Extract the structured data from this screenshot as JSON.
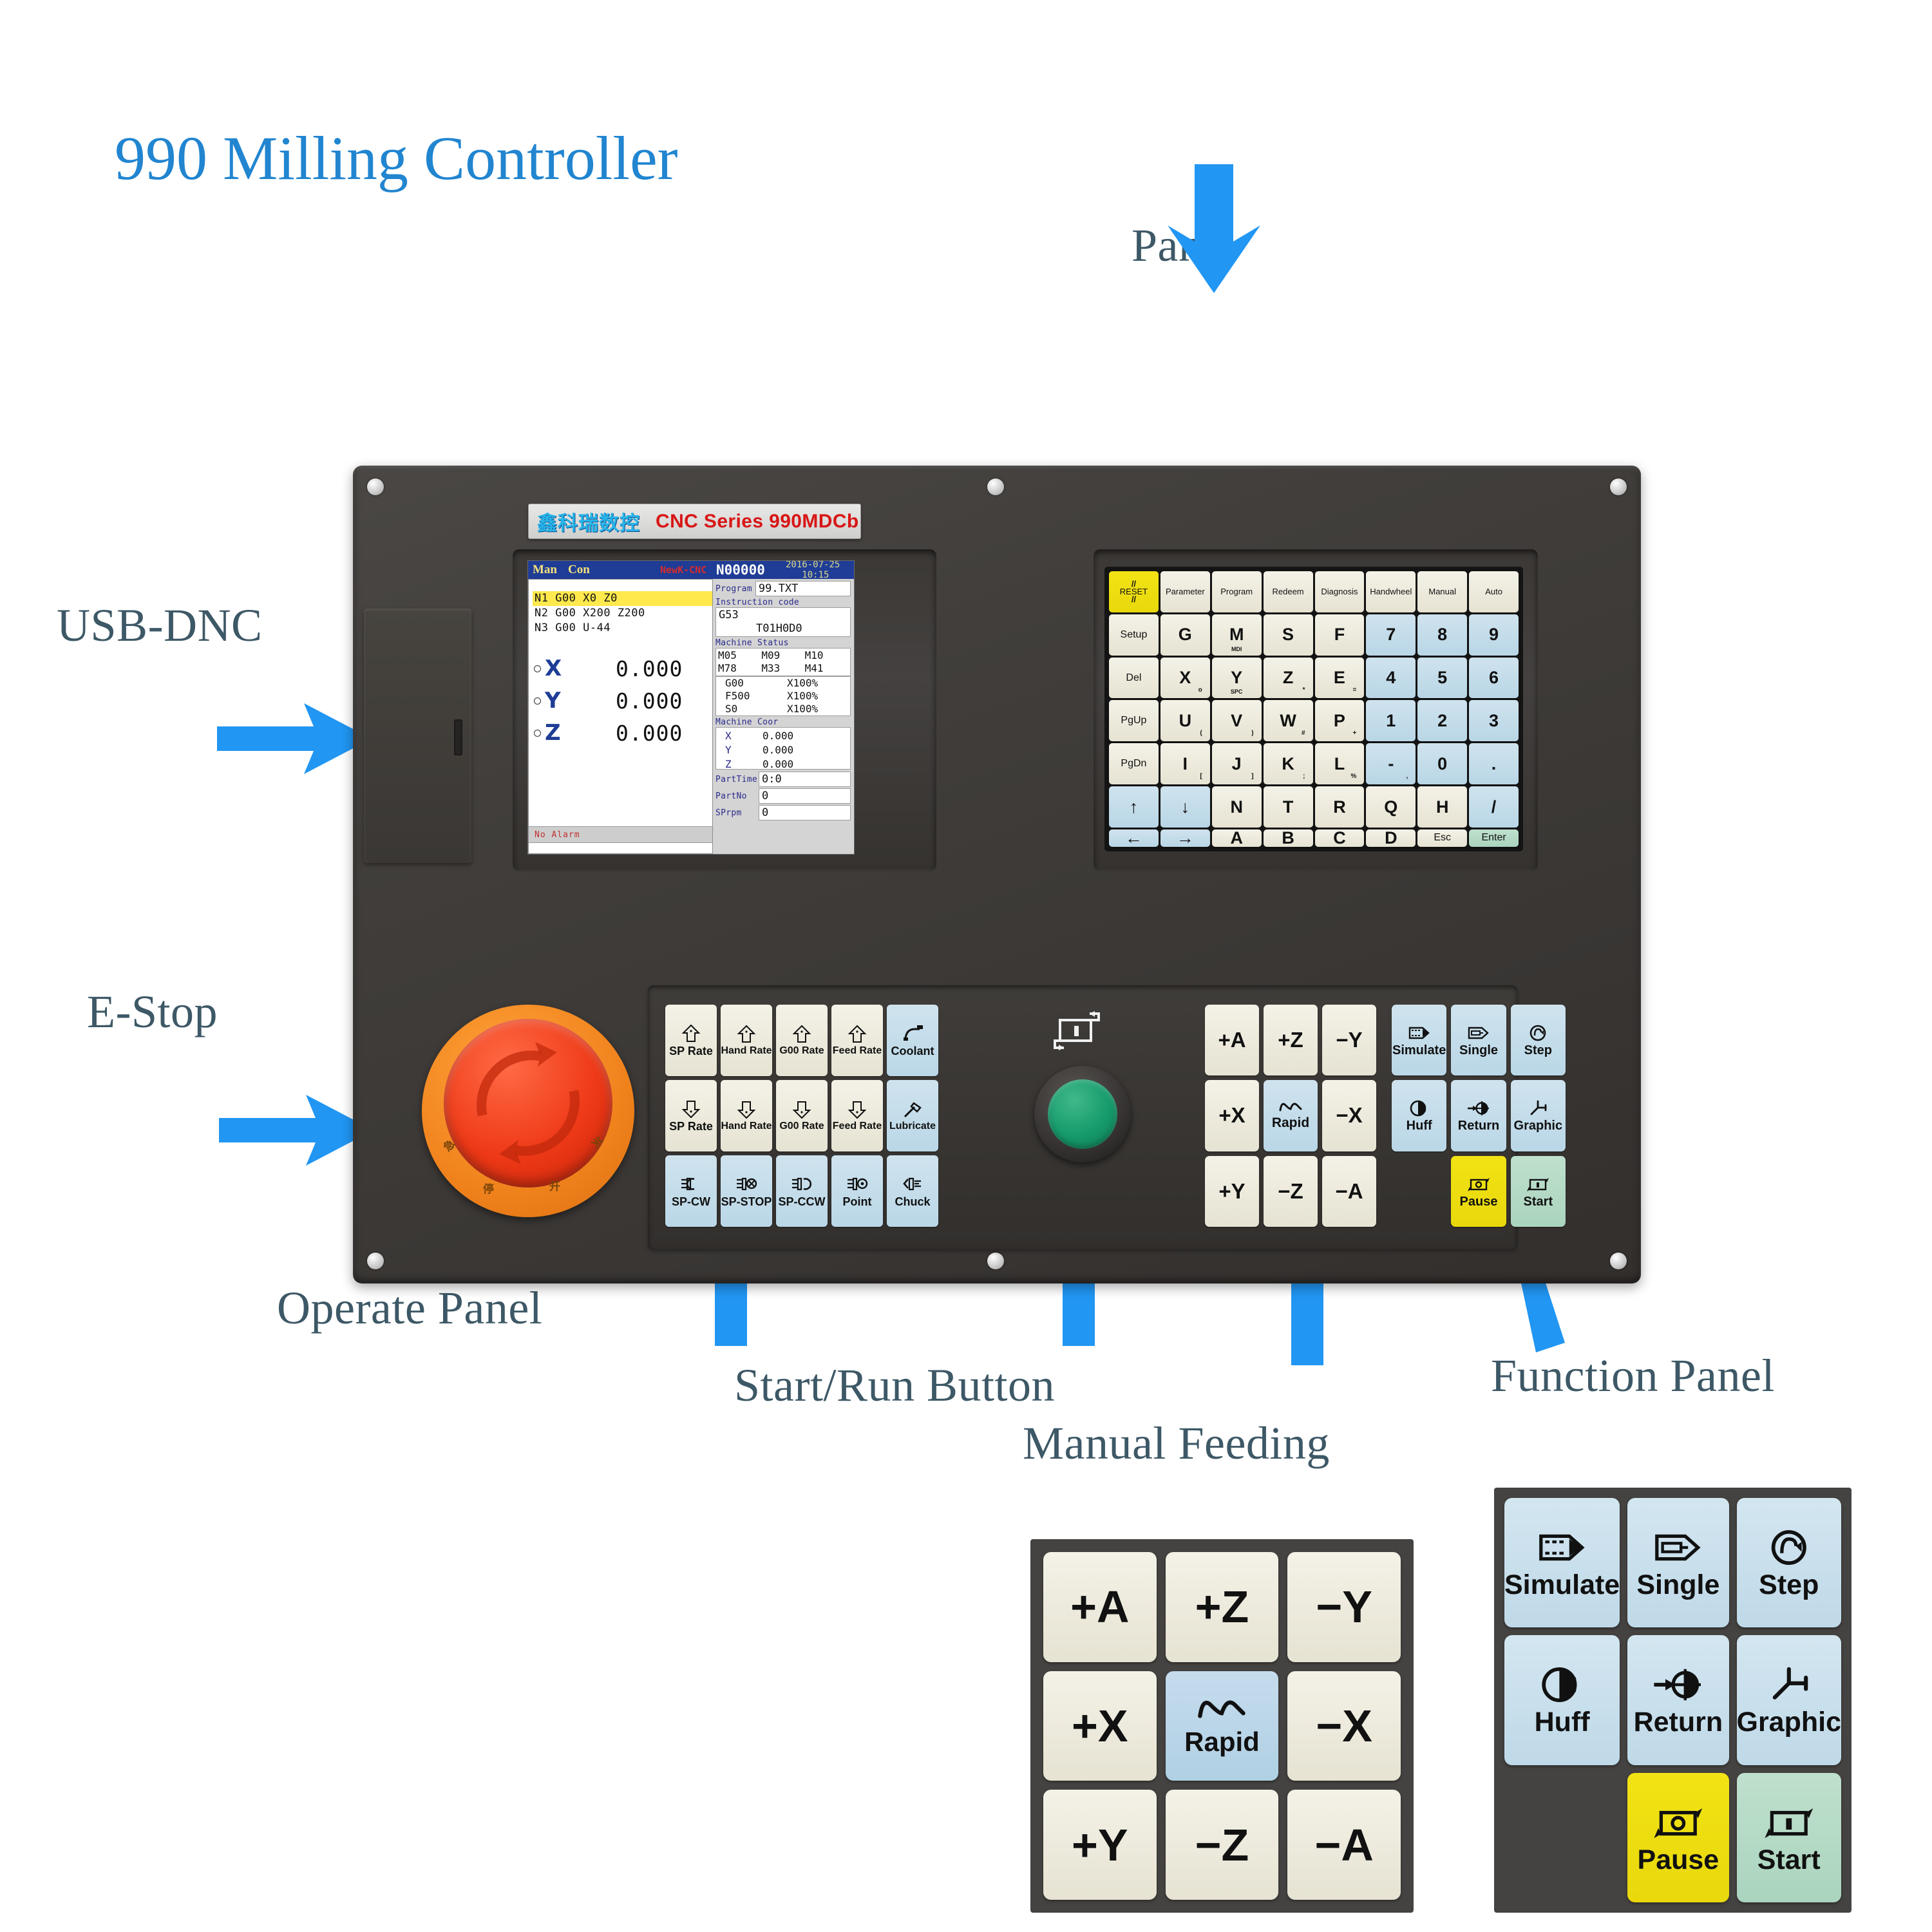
{
  "title": "990 Milling Controller",
  "annotations": {
    "panel": "Panel",
    "usb_dnc": "USB-DNC",
    "estop": "E-Stop",
    "operate_panel": "Operate Panel",
    "start_run_button": "Start/Run Button",
    "manual_feeding": "Manual Feeding",
    "function_panel": "Function Panel"
  },
  "colors": {
    "title": "#2185d0",
    "annotation": "#3d5866",
    "arrow": "#2196f3",
    "brand_cn": "#27b4e8",
    "brand_en": "#d81515",
    "key_yellow": "#f2e315",
    "key_green": "#bfe0cd",
    "key_blue": "#cfe3ee",
    "estop_red": "#ef3a18",
    "estop_ring": "#f0821c",
    "start_green": "#169a6b"
  },
  "brand": {
    "chinese": "鑫科瑞数控",
    "english": "CNC Series 990MDCb"
  },
  "screen": {
    "header": {
      "mode": "Man",
      "sub_mode": "Con",
      "vendor": "NewK-CNC",
      "block_number": "N00000",
      "date": "2016-07-25",
      "time": "10:15"
    },
    "gcode_lines": [
      {
        "text": "N1 G00 X0 Z0",
        "highlighted": true
      },
      {
        "text": "N2 G00 X200 Z200",
        "highlighted": false
      },
      {
        "text": "N3 G00 U-44",
        "highlighted": false
      }
    ],
    "axes": [
      {
        "name": "X",
        "value": "0.000"
      },
      {
        "name": "Y",
        "value": "0.000"
      },
      {
        "name": "Z",
        "value": "0.000"
      }
    ],
    "alarm": "No Alarm",
    "program_label": "Program",
    "program_value": "99.TXT",
    "instruction_label": "Instruction code",
    "instruction_line1": "G53",
    "instruction_line2": "T01H0D0",
    "machine_status_label": "Machine Status",
    "machine_status": [
      "M05",
      "M09",
      "M10",
      "M78",
      "M33",
      "M41"
    ],
    "overrides": [
      {
        "code": "G00",
        "pct": "X100%"
      },
      {
        "code": "F500",
        "pct": "X100%"
      },
      {
        "code": "S0",
        "pct": "X100%"
      }
    ],
    "machine_coor_label": "Machine Coor",
    "machine_coor": [
      {
        "name": "X",
        "value": "0.000"
      },
      {
        "name": "Y",
        "value": "0.000"
      },
      {
        "name": "Z",
        "value": "0.000"
      }
    ],
    "part_time_label": "PartTime",
    "part_time_value": "0:0",
    "part_no_label": "PartNo",
    "part_no_value": "0",
    "sp_rpm_label": "SPrpm",
    "sp_rpm_value": "0"
  },
  "keypad": {
    "rows": [
      [
        {
          "label": "RESET",
          "style": "yellow",
          "size": "xs",
          "slash": true
        },
        {
          "label": "Parameter",
          "size": "xs"
        },
        {
          "label": "Program",
          "size": "xs"
        },
        {
          "label": "Redeem",
          "size": "xs"
        },
        {
          "label": "Diagnosis",
          "size": "xs"
        },
        {
          "label": "Handwheel",
          "size": "xs"
        },
        {
          "label": "Manual",
          "size": "xs"
        },
        {
          "label": "Auto",
          "size": "xs"
        }
      ],
      [
        {
          "label": "Setup",
          "size": "sm"
        },
        {
          "label": "G"
        },
        {
          "label": "M",
          "subc": "MDI"
        },
        {
          "label": "S"
        },
        {
          "label": "F"
        },
        {
          "label": "7",
          "style": "blue"
        },
        {
          "label": "8",
          "style": "blue"
        },
        {
          "label": "9",
          "style": "blue"
        }
      ],
      [
        {
          "label": "Del",
          "size": "sm"
        },
        {
          "label": "X",
          "sub": "o"
        },
        {
          "label": "Y",
          "subc": "SPC"
        },
        {
          "label": "Z",
          "sub": "*"
        },
        {
          "label": "E",
          "sub": "="
        },
        {
          "label": "4",
          "style": "blue"
        },
        {
          "label": "5",
          "style": "blue"
        },
        {
          "label": "6",
          "style": "blue"
        }
      ],
      [
        {
          "label": "PgUp",
          "size": "sm"
        },
        {
          "label": "U",
          "sub": "("
        },
        {
          "label": "V",
          "sub": ")"
        },
        {
          "label": "W",
          "sub": "#"
        },
        {
          "label": "P",
          "sub": "+"
        },
        {
          "label": "1",
          "style": "blue"
        },
        {
          "label": "2",
          "style": "blue"
        },
        {
          "label": "3",
          "style": "blue"
        }
      ],
      [
        {
          "label": "PgDn",
          "size": "sm"
        },
        {
          "label": "I",
          "sub": "["
        },
        {
          "label": "J",
          "sub": "]"
        },
        {
          "label": "K",
          "sub": ";"
        },
        {
          "label": "L",
          "sub": "%"
        },
        {
          "label": "-",
          "sub": ",",
          "style": "blue"
        },
        {
          "label": "0",
          "style": "blue"
        },
        {
          "label": ".",
          "style": "blue"
        }
      ],
      [
        {
          "label": "↑",
          "style": "blue"
        },
        {
          "label": "↓",
          "style": "blue"
        },
        {
          "label": "N"
        },
        {
          "label": "T"
        },
        {
          "label": "R"
        },
        {
          "label": "Q"
        },
        {
          "label": "H"
        },
        {
          "label": "/",
          "style": "blue"
        }
      ],
      [
        {
          "label": "←",
          "style": "blue"
        },
        {
          "label": "→",
          "style": "blue"
        },
        {
          "label": "A"
        },
        {
          "label": "B"
        },
        {
          "label": "C"
        },
        {
          "label": "D"
        },
        {
          "label": "Esc",
          "size": "sm"
        },
        {
          "label": "Enter",
          "size": "sm",
          "style": "green"
        }
      ]
    ]
  },
  "operate_panel": {
    "keys": [
      {
        "label": "SP Rate",
        "icon": "arrow-up-icon"
      },
      {
        "label": "Hand Rate",
        "icon": "arrow-up-icon"
      },
      {
        "label": "G00 Rate",
        "icon": "arrow-up-icon"
      },
      {
        "label": "Feed Rate",
        "icon": "arrow-up-icon"
      },
      {
        "label": "Coolant",
        "icon": "coolant-tap-icon",
        "style": "blue"
      },
      {
        "label": "SP Rate",
        "icon": "arrow-down-icon"
      },
      {
        "label": "Hand Rate",
        "icon": "arrow-down-icon"
      },
      {
        "label": "G00 Rate",
        "icon": "arrow-down-icon"
      },
      {
        "label": "Feed Rate",
        "icon": "arrow-down-icon"
      },
      {
        "label": "Lubricate",
        "icon": "lubricate-icon",
        "style": "blue"
      },
      {
        "label": "SP-CW",
        "icon": "spindle-cw-icon",
        "style": "blue"
      },
      {
        "label": "SP-STOP",
        "icon": "spindle-stop-icon",
        "style": "blue"
      },
      {
        "label": "SP-CCW",
        "icon": "spindle-ccw-icon",
        "style": "blue"
      },
      {
        "label": "Point",
        "icon": "spindle-point-icon",
        "style": "blue"
      },
      {
        "label": "Chuck",
        "icon": "chuck-icon",
        "style": "blue"
      }
    ]
  },
  "feed_panel": {
    "keys": [
      {
        "label": "+A"
      },
      {
        "label": "+Z"
      },
      {
        "label": "−Y"
      },
      {
        "label": "+X"
      },
      {
        "label": "Rapid",
        "icon": "rapid-wave-icon",
        "style": "blue"
      },
      {
        "label": "−X"
      },
      {
        "label": "+Y"
      },
      {
        "label": "−Z"
      },
      {
        "label": "−A"
      }
    ]
  },
  "function_panel": {
    "keys": [
      {
        "label": "Simulate",
        "icon": "simulate-icon"
      },
      {
        "label": "Single",
        "icon": "single-block-icon"
      },
      {
        "label": "Step",
        "icon": "step-icon"
      },
      {
        "label": "Huff",
        "icon": "huff-icon"
      },
      {
        "label": "Return",
        "icon": "return-origin-icon"
      },
      {
        "label": "Graphic",
        "icon": "graphic-axes-icon"
      },
      {
        "label": "",
        "icon": "",
        "style": "empty"
      },
      {
        "label": "Pause",
        "icon": "pause-cycle-icon",
        "style": "yellow"
      },
      {
        "label": "Start",
        "icon": "start-cycle-icon",
        "style": "green"
      }
    ]
  },
  "estop": {
    "labels": [
      "急",
      "停",
      "开",
      "关"
    ]
  },
  "start_button": {
    "icon": "cycle-start-icon"
  }
}
